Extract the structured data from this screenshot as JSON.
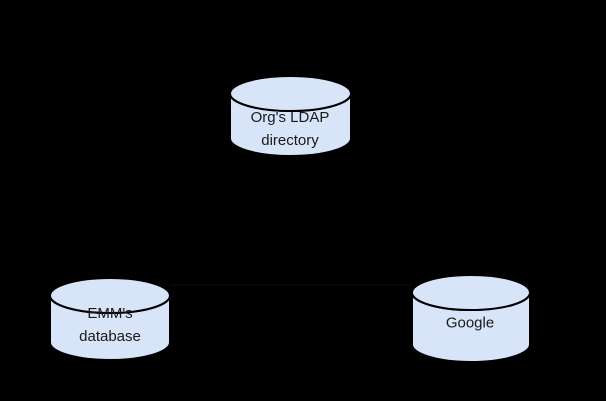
{
  "diagram": {
    "background_color": "#000000",
    "node_fill": "#d8e4f8",
    "node_stroke": "#000000",
    "text_color": "#1a1a1a",
    "nodes": [
      {
        "id": "orgs-ldap-directory",
        "shape": "database-cylinder",
        "label_lines": [
          "Org's LDAP",
          "directory"
        ]
      },
      {
        "id": "emms-database",
        "shape": "database-cylinder",
        "label_lines": [
          "EMM's",
          "database"
        ]
      },
      {
        "id": "google",
        "shape": "database-cylinder",
        "label_lines": [
          "Google"
        ]
      }
    ],
    "connectors": [
      {
        "id": "emm-to-google",
        "color": "#111111",
        "description": "faint horizontal line between bottom cylinders"
      }
    ]
  }
}
